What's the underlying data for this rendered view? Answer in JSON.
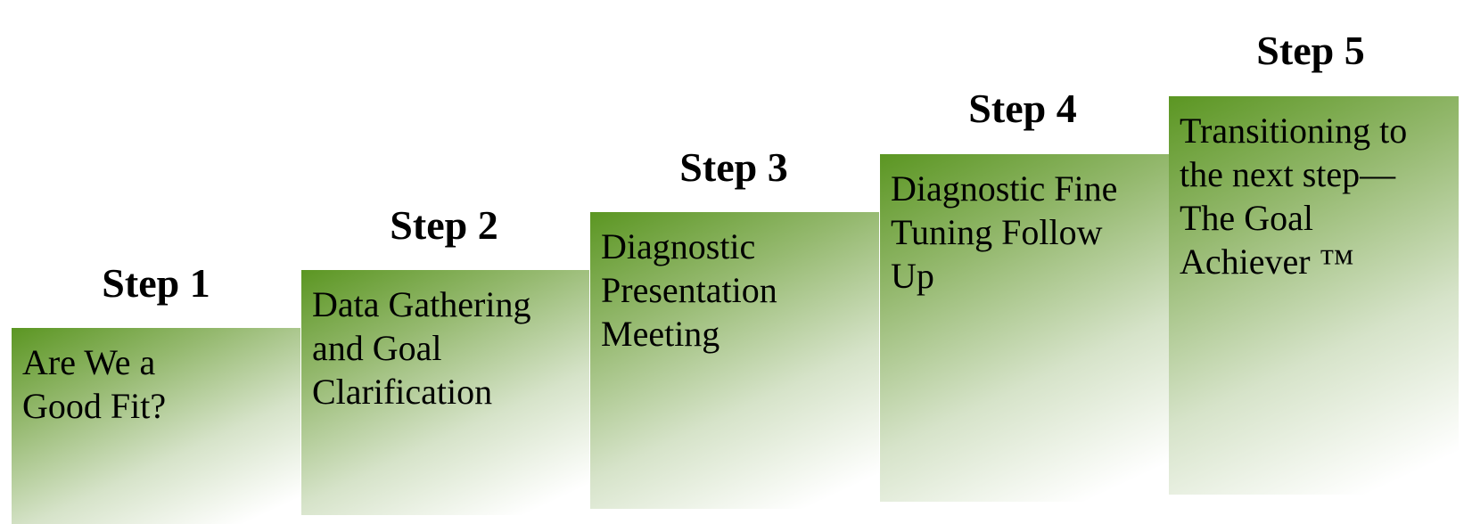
{
  "steps": [
    {
      "title": "Step 1",
      "text": "Are We a\nGood Fit?"
    },
    {
      "title": "Step 2",
      "text": "Data Gathering\nand Goal\nClarification"
    },
    {
      "title": "Step 3",
      "text": "Diagnostic\nPresentation\nMeeting"
    },
    {
      "title": "Step 4",
      "text": "Diagnostic Fine\nTuning Follow\nUp"
    },
    {
      "title": "Step 5",
      "text": "Transitioning to\nthe next step—\nThe Goal\nAchiever ™"
    }
  ],
  "colors": {
    "box_gradient_dark": "#5b9622",
    "box_gradient_mid": "#95b96f",
    "box_gradient_light": "#ffffff",
    "text": "#000000"
  }
}
